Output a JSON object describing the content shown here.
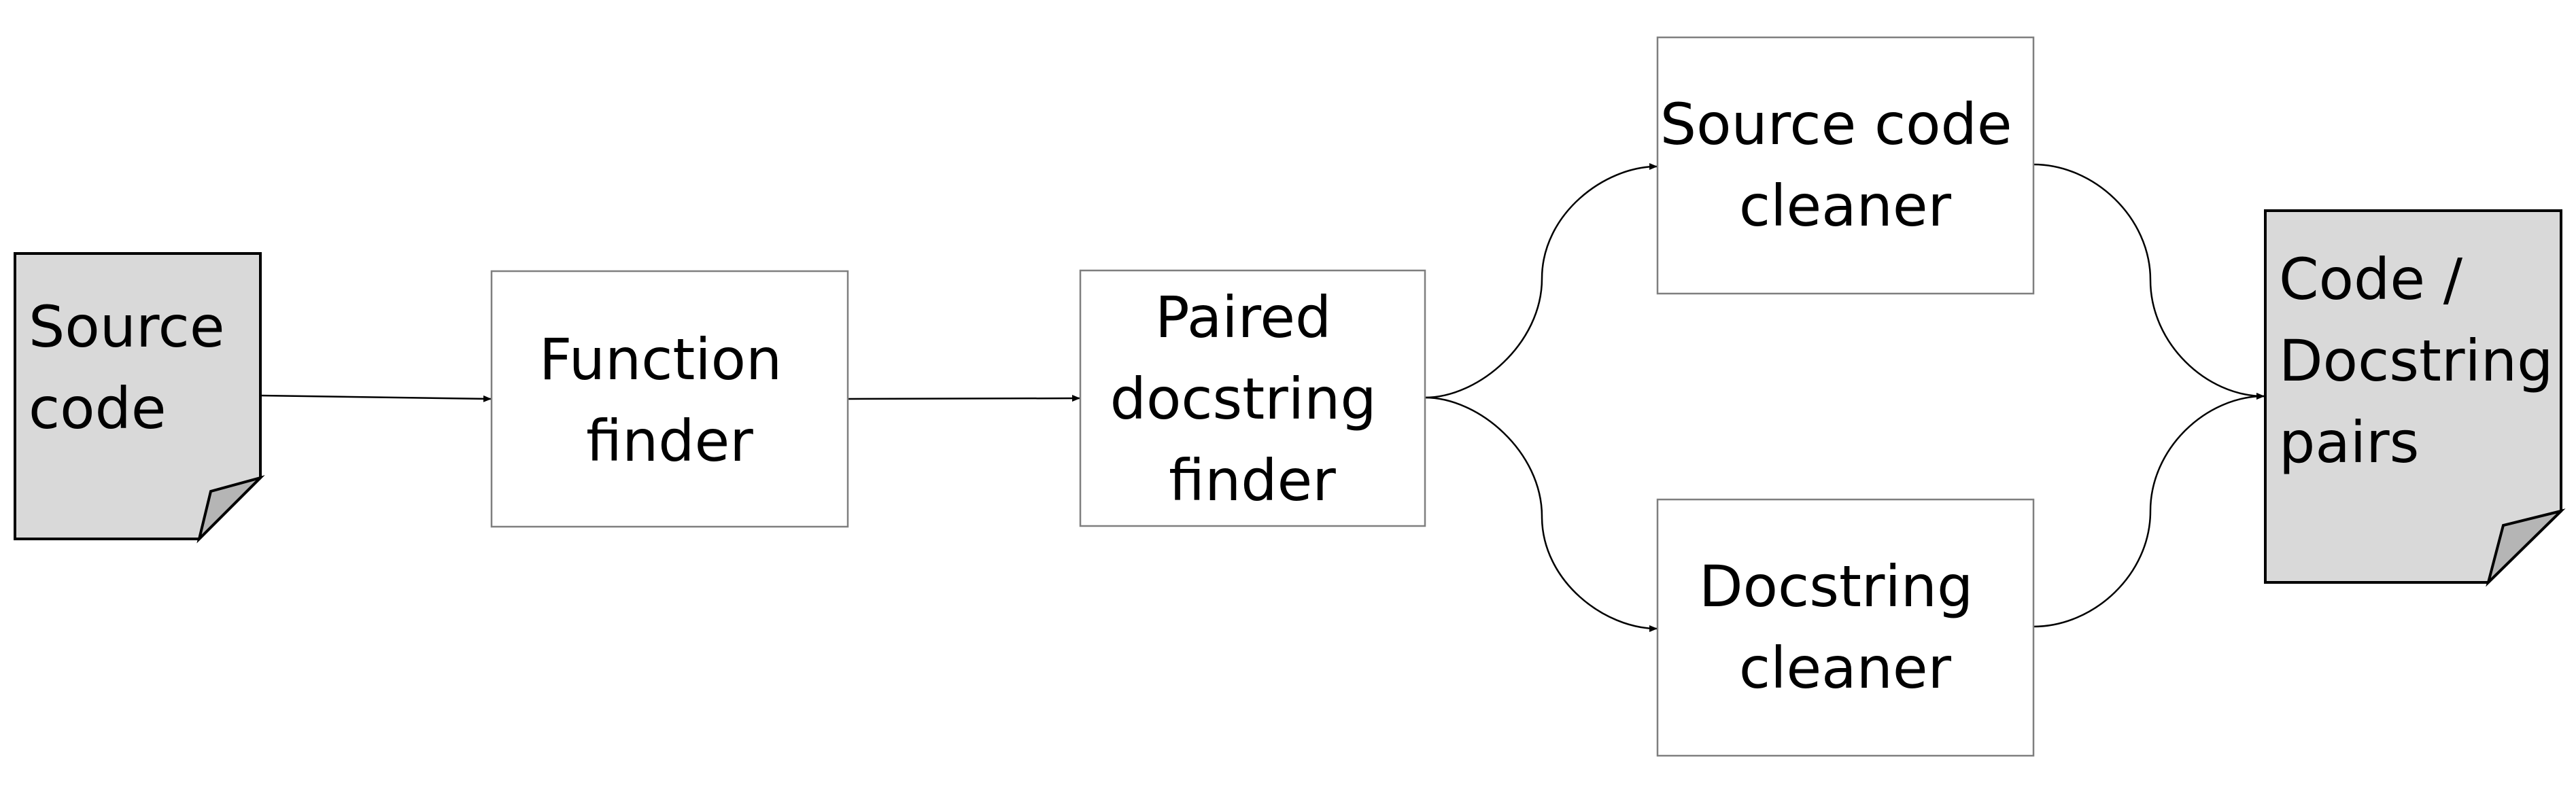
{
  "nodes": {
    "source_code": {
      "kind": "document",
      "lines": [
        "Source",
        "code"
      ]
    },
    "function_finder": {
      "kind": "process",
      "lines": [
        "Function",
        "finder"
      ]
    },
    "paired_docstring_finder": {
      "kind": "process",
      "lines": [
        "Paired",
        "docstring",
        "finder"
      ]
    },
    "source_code_cleaner": {
      "kind": "process",
      "lines": [
        "Source code",
        "cleaner"
      ]
    },
    "docstring_cleaner": {
      "kind": "process",
      "lines": [
        "Docstring",
        "cleaner"
      ]
    },
    "code_docstring_pairs": {
      "kind": "document",
      "lines": [
        "Code /",
        "Docstring",
        "pairs"
      ]
    }
  },
  "edges": [
    {
      "from": "source_code",
      "to": "function_finder"
    },
    {
      "from": "function_finder",
      "to": "paired_docstring_finder"
    },
    {
      "from": "paired_docstring_finder",
      "to": "source_code_cleaner"
    },
    {
      "from": "paired_docstring_finder",
      "to": "docstring_cleaner"
    },
    {
      "from": "source_code_cleaner",
      "to": "code_docstring_pairs"
    },
    {
      "from": "docstring_cleaner",
      "to": "code_docstring_pairs"
    }
  ],
  "colors": {
    "document_fill": "#d9d9d9",
    "document_fold": "#b5b5b5",
    "box_border": "#7f7f7f",
    "line": "#000000",
    "text": "#000000"
  }
}
